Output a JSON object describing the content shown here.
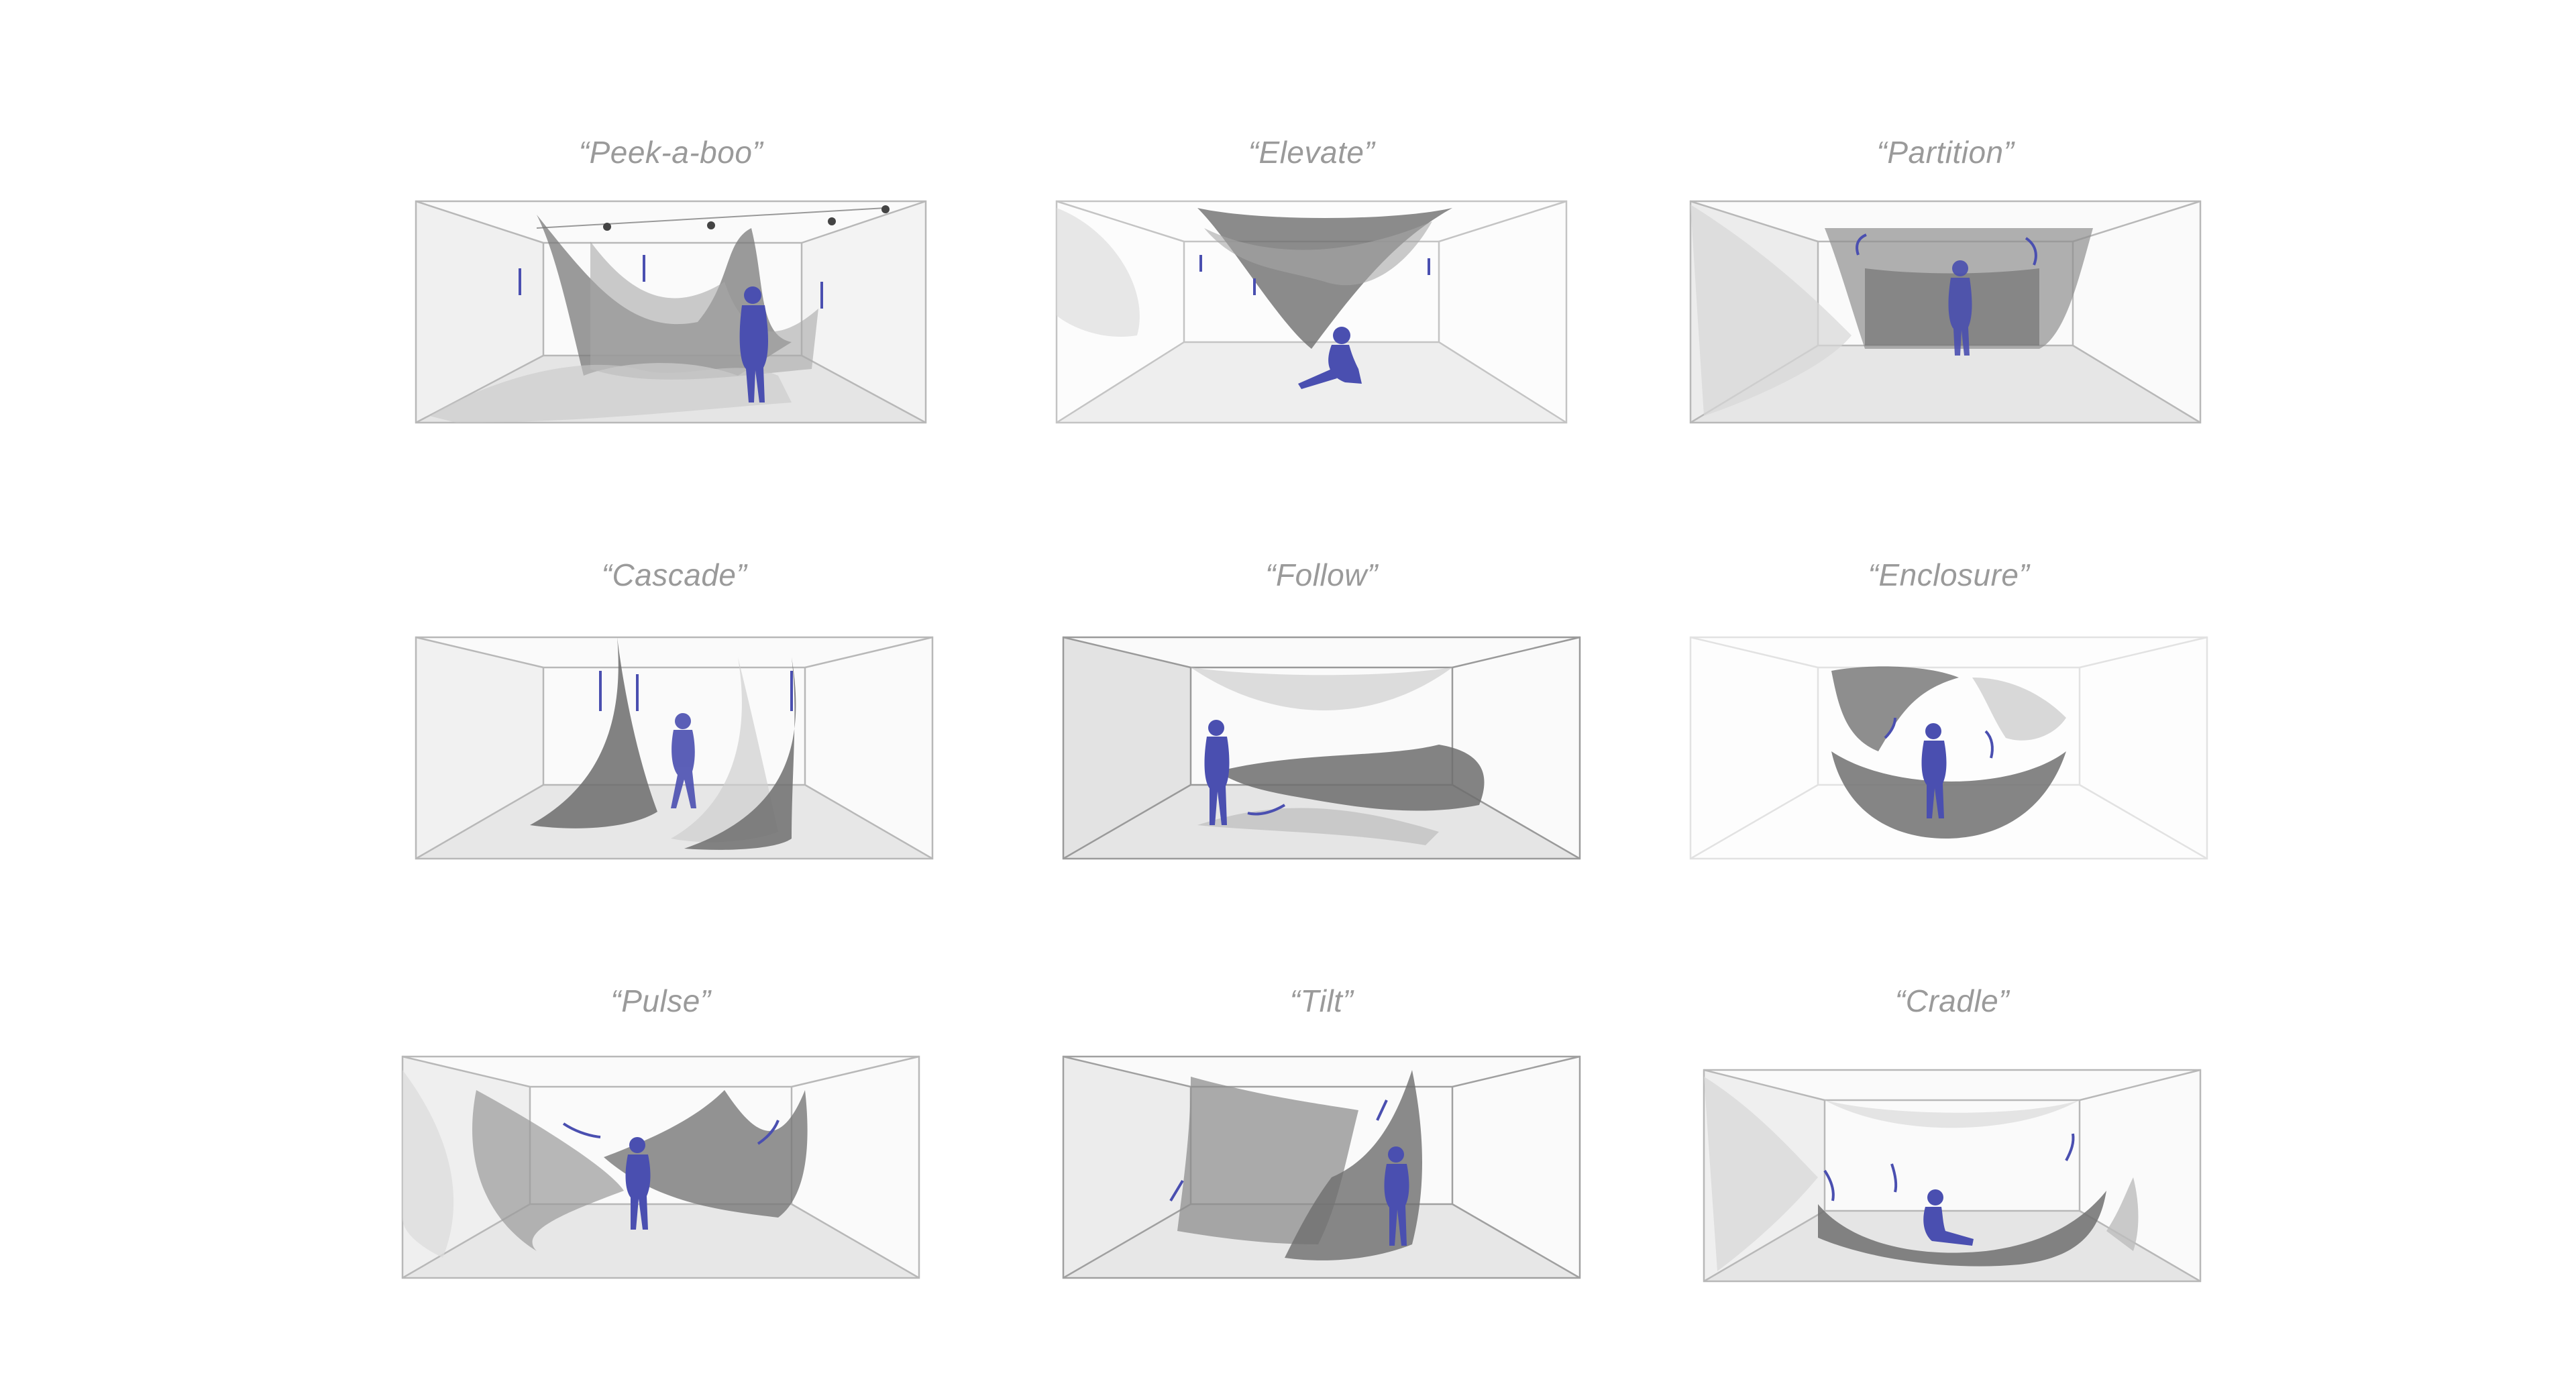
{
  "colors": {
    "person": "#4a4fb0",
    "arrow": "#4a4fb0",
    "fabric_dark": "#6e6e6e",
    "fabric_mid": "#9c9c9c",
    "fabric_light": "#cfcfcf",
    "wall": "#f2f2f2",
    "floor": "#e6e6e6",
    "line": "#b5b5b5",
    "title": "#9a9a9a"
  },
  "panels": [
    {
      "title": "“Peek-a-boo”"
    },
    {
      "title": "“Elevate”"
    },
    {
      "title": "“Partition”"
    },
    {
      "title": "“Cascade”"
    },
    {
      "title": "“Follow”"
    },
    {
      "title": "“Enclosure”"
    },
    {
      "title": "“Pulse”"
    },
    {
      "title": "“Tilt”"
    },
    {
      "title": "“Cradle”"
    }
  ]
}
